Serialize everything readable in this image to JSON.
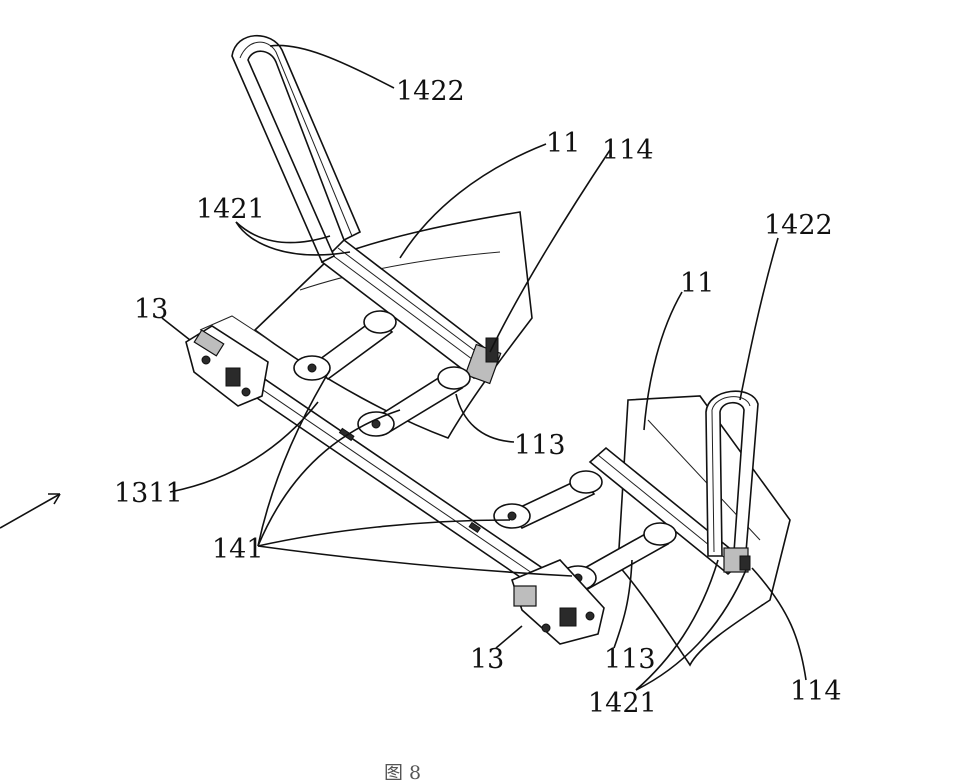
{
  "figure": {
    "caption": "图 8",
    "labels": {
      "l1422_top": "1422",
      "l11_top": "11",
      "l114_top": "114",
      "l1421_top": "1421",
      "l13_left": "13",
      "l1422_right": "1422",
      "l11_right": "11",
      "l113_upper": "113",
      "l1311": "1311",
      "l141": "141",
      "l13_bottom": "13",
      "l113_lower": "113",
      "l1421_bottom": "1421",
      "l114_bottom": "114"
    }
  }
}
